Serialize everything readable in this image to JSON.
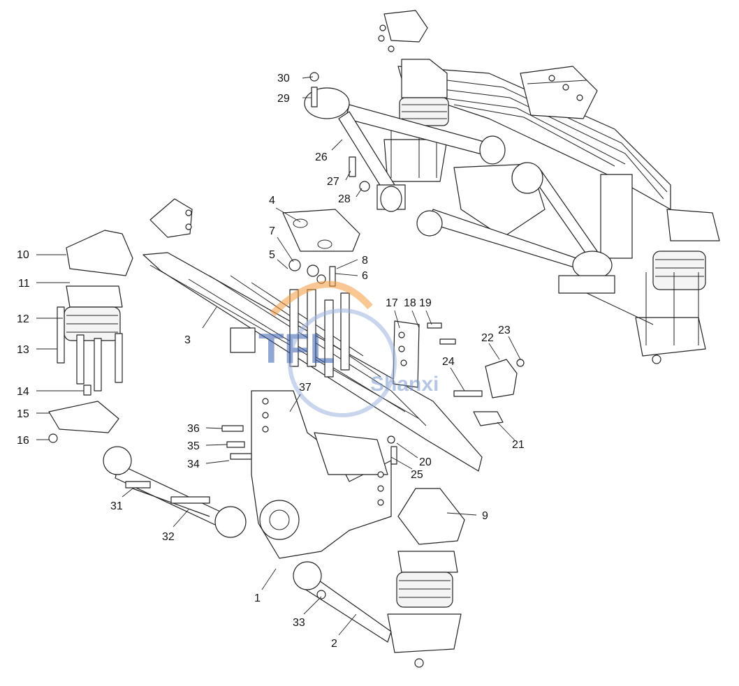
{
  "diagram": {
    "type": "exploded-parts-diagram",
    "part_numbers": [
      "1",
      "2",
      "3",
      "4",
      "5",
      "6",
      "7",
      "8",
      "9",
      "10",
      "11",
      "12",
      "13",
      "14",
      "15",
      "16",
      "17",
      "18",
      "19",
      "20",
      "21",
      "22",
      "23",
      "24",
      "25",
      "26",
      "27",
      "28",
      "29",
      "30",
      "31",
      "32",
      "33",
      "34",
      "35",
      "36",
      "37"
    ],
    "watermark": {
      "logo_text": "TFL",
      "brand_text": "Shanxi"
    },
    "colors": {
      "line": "#222222",
      "background": "#ffffff",
      "watermark_blue": "#3a5fb0",
      "watermark_orange": "#f39a3c"
    }
  }
}
